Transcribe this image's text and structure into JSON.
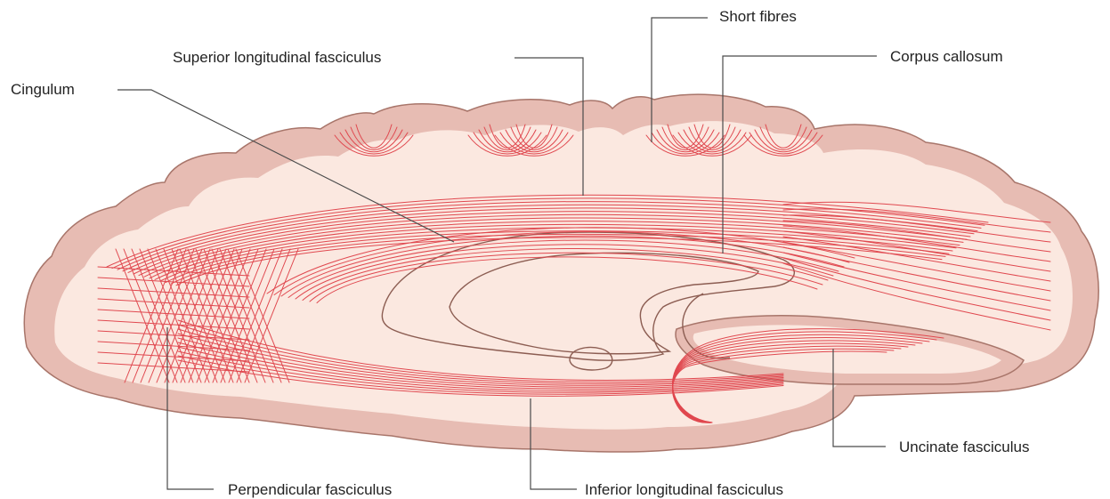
{
  "diagram": {
    "colors": {
      "cortex_fill": "#e7bcb3",
      "cortex_stroke": "#a8756a",
      "white_matter_fill": "#fbe8e0",
      "inner_fill": "#f8ddd3",
      "fibre_color": "#e0484f",
      "ventricle_stroke": "#8c5d52",
      "leader_color": "#4a4a4a"
    },
    "labels": {
      "short_fibres": "Short fibres",
      "superior_longitudinal_fasciculus": "Superior longitudinal fasciculus",
      "corpus_callosum": "Corpus callosum",
      "cingulum": "Cingulum",
      "perpendicular_fasciculus": "Perpendicular fasciculus",
      "inferior_longitudinal_fasciculus": "Inferior longitudinal fasciculus",
      "uncinate_fasciculus": "Uncinate fasciculus"
    }
  }
}
